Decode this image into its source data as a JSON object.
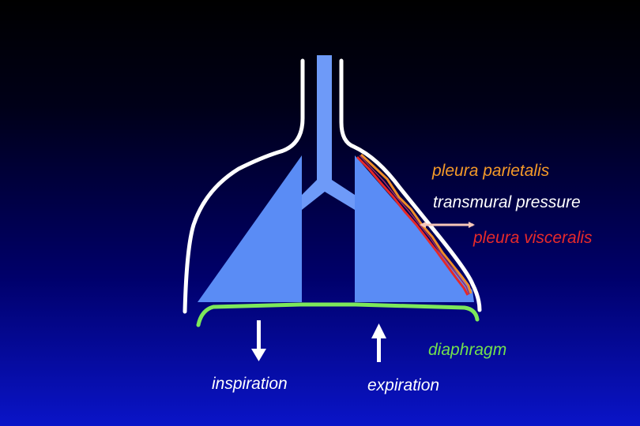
{
  "labels": {
    "pleura_parietalis": "pleura parietalis",
    "transmural_pressure": "transmural pressure",
    "pleura_visceralis": "pleura visceralis",
    "diaphragm": "diaphragm",
    "inspiration": "inspiration",
    "expiration": "expiration"
  },
  "colors": {
    "lung": "#5a8cf5",
    "airway": "#6e9af8",
    "chest_wall": "#ffffff",
    "diaphragm": "#7de85a",
    "pleura_parietalis": "#f08c28",
    "pleura_visceralis": "#e62828",
    "pressure_arrow": "#f7c7b8",
    "label_orange": "#f59a28",
    "label_white": "#ffffff",
    "label_red": "#e82a2a",
    "label_green": "#72e04e"
  },
  "arrows": {
    "inspiration_direction": "down",
    "expiration_direction": "up"
  }
}
